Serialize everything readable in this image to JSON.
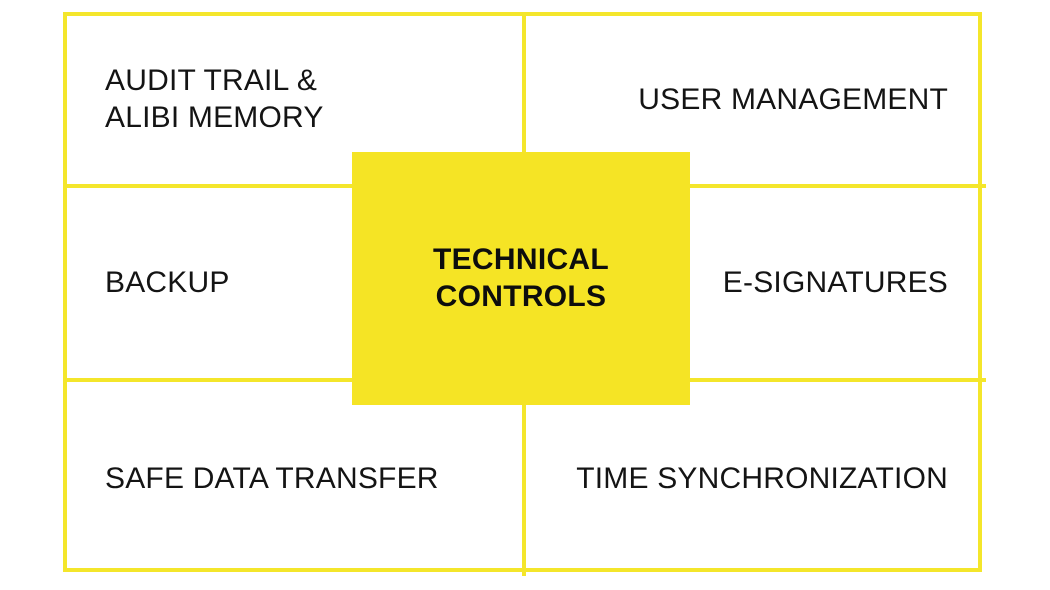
{
  "diagram": {
    "title": "TECHNICAL CONTROLS",
    "center": {
      "label": "TECHNICAL\nCONTROLS",
      "background_color": "#F5E425",
      "text_color": "#0D0D0D"
    },
    "theme": {
      "accent_color": "#F4E62B",
      "line_color": "#F4E62B",
      "background_color": "#FFFFFF",
      "text_color": "#141414"
    },
    "cells": [
      {
        "id": "audit-trail-alibi-memory",
        "label": "AUDIT TRAIL &\nALIBI MEMORY",
        "row": 0,
        "col": 0,
        "align": "left"
      },
      {
        "id": "user-management",
        "label": "USER MANAGEMENT",
        "row": 0,
        "col": 1,
        "align": "right"
      },
      {
        "id": "backup",
        "label": "BACKUP",
        "row": 1,
        "col": 0,
        "align": "left"
      },
      {
        "id": "e-signatures",
        "label": "E-SIGNATURES",
        "row": 1,
        "col": 1,
        "align": "right"
      },
      {
        "id": "safe-data-transfer",
        "label": "SAFE DATA TRANSFER",
        "row": 2,
        "col": 0,
        "align": "left"
      },
      {
        "id": "time-synchronization",
        "label": "TIME SYNCHRONIZATION",
        "row": 2,
        "col": 1,
        "align": "right"
      }
    ]
  }
}
